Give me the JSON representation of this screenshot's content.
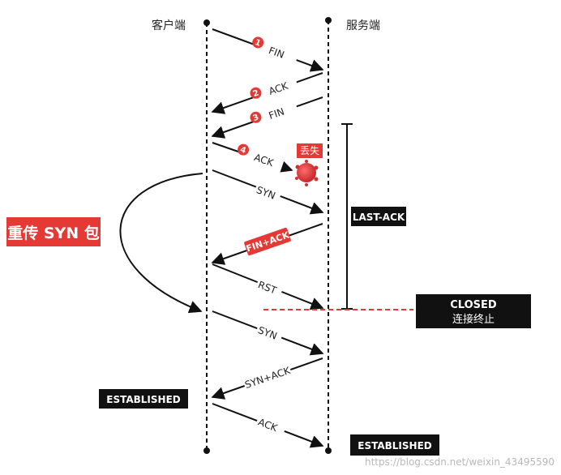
{
  "headers": {
    "client": "客户端",
    "server": "服务端"
  },
  "messages": [
    {
      "step": "1",
      "label": "FIN",
      "dir": "c2s"
    },
    {
      "step": "2",
      "label": "ACK",
      "dir": "s2c"
    },
    {
      "step": "3",
      "label": "FIN",
      "dir": "s2c"
    },
    {
      "step": "4",
      "label": "ACK",
      "dir": "c2s"
    },
    {
      "label": "SYN",
      "dir": "c2s"
    },
    {
      "label": "FIN+ACK",
      "dir": "s2c"
    },
    {
      "label": "RST",
      "dir": "c2s"
    },
    {
      "label": "SYN",
      "dir": "c2s"
    },
    {
      "label": "SYN+ACK",
      "dir": "s2c"
    },
    {
      "label": "ACK",
      "dir": "c2s"
    }
  ],
  "lost_tag": "丢失",
  "retransmit_label": "重传 SYN 包",
  "last_ack_label": "LAST-ACK",
  "closed_box": {
    "line1": "CLOSED",
    "line2": "连接终止"
  },
  "client_established": "ESTABLISHED",
  "server_established": "ESTABLISHED",
  "watermark": "https://blog.csdn.net/weixin_43495590",
  "colors": {
    "accent": "#e53935",
    "box": "#111111",
    "line": "#111111"
  }
}
